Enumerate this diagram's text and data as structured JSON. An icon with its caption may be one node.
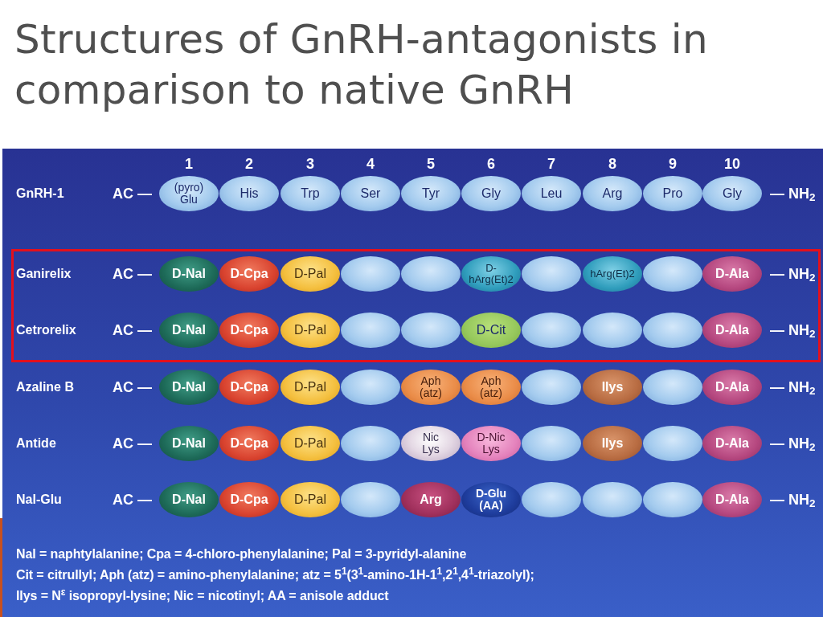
{
  "diagram": {
    "title": "Structures of GnRH-antagonists in comparison to native GnRH",
    "nodes": [
      {
        "text": [
          "(pyro) Glu"
        ]
      },
      {
        "text": [
          "His"
        ]
      },
      {
        "text": [
          "Trp"
        ]
      },
      {
        "text": [
          "Ser"
        ]
      },
      {
        "text": [
          "Tyr"
        ]
      },
      {
        "text": [
          "Gly"
        ]
      },
      {
        "text": [
          "Leu"
        ]
      },
      {
        "text": [
          "Arg"
        ]
      },
      {
        "text": [
          "Pro"
        ]
      },
      {
        "text": [
          "Gly"
        ]
      },
      {
        "text": [],
        "shape": "box"
      },
      {
        "text": [
          "D-Nal"
        ],
        "in": 10
      },
      {
        "text": [
          "D-Cpa"
        ],
        "in": 10
      },
      {
        "text": [
          "D-Pal"
        ],
        "in": 10
      },
      {
        "text": [],
        "shape": "ellipse",
        "in": 10
      },
      {
        "text": [],
        "shape": "ellipse",
        "in": 10
      },
      {
        "text": [
          "D-hArg(Et)2"
        ],
        "in": 10
      },
      {
        "text": [],
        "shape": "ellipse",
        "in": 10
      },
      {
        "text": [
          "hArg(Et)2"
        ],
        "in": 10
      },
      {
        "text": [],
        "shape": "ellipse",
        "in": 10
      },
      {
        "text": [
          "D-Ala"
        ],
        "in": 10
      },
      {
        "text": [
          "D-Nal"
        ],
        "in": 10
      },
      {
        "text": [
          "D-Cpa"
        ],
        "in": 10
      },
      {
        "text": [
          "D-Pal"
        ],
        "in": 10
      },
      {
        "text": [],
        "shape": "ellipse",
        "in": 10
      },
      {
        "text": [],
        "shape": "ellipse",
        "in": 10
      },
      {
        "text": [
          "D-Cit"
        ],
        "in": 10
      },
      {
        "text": [],
        "shape": "ellipse",
        "in": 10
      },
      {
        "text": [],
        "shape": "ellipse",
        "in": 10
      },
      {
        "text": [],
        "shape": "ellipse",
        "in": 10
      },
      {
        "text": [
          "D-Ala"
        ],
        "in": 10
      },
      {
        "text": [
          "D-Nal"
        ]
      },
      {
        "text": [
          "D-Cpa"
        ]
      },
      {
        "text": [
          "D-Pal"
        ]
      },
      {
        "text": [],
        "shape": "ellipse"
      },
      {
        "text": [
          "Aph (atz)"
        ]
      },
      {
        "text": [
          "Aph (atz)"
        ]
      },
      {
        "text": [],
        "shape": "ellipse"
      },
      {
        "text": [
          "Ilys"
        ]
      },
      {
        "text": [],
        "shape": "ellipse"
      },
      {
        "text": [
          "D-Ala"
        ]
      },
      {
        "text": [
          "D-Nal"
        ]
      },
      {
        "text": [
          "D-Cpa"
        ]
      },
      {
        "text": [
          "D-Pal"
        ]
      },
      {
        "text": [],
        "shape": "ellipse"
      },
      {
        "text": [
          "Nic Lys"
        ]
      },
      {
        "text": [
          "D-Nic Lys"
        ]
      },
      {
        "text": [],
        "shape": "ellipse"
      },
      {
        "text": [
          "Ilys"
        ]
      },
      {
        "text": [],
        "shape": "ellipse"
      },
      {
        "text": [
          "D-Ala"
        ]
      },
      {
        "text": [
          "D-Nal"
        ]
      },
      {
        "text": [
          "D-Cpa"
        ]
      },
      {
        "text": [
          "D-Pal"
        ]
      },
      {
        "text": [],
        "shape": "ellipse"
      },
      {
        "text": [
          "Arg"
        ]
      },
      {
        "text": [
          "D-Glu (AA)"
        ]
      },
      {
        "text": [],
        "shape": "ellipse"
      },
      {
        "text": [],
        "shape": "ellipse"
      },
      {
        "text": [],
        "shape": "ellipse"
      },
      {
        "text": [
          "D-Ala"
        ]
      }
    ],
    "labels": [
      "1",
      "2",
      "3",
      "4",
      "5",
      "6",
      "7",
      "8",
      "9",
      "10",
      "GnRH-1",
      "AC —",
      "— NH$_{2}$",
      "Ganirelix",
      "AC —",
      "— NH$_{2}$",
      "Cetrorelix",
      "AC —",
      "— NH$_{2}$",
      "Azaline B",
      "AC —",
      "— NH$_{2}$",
      "Antide",
      "AC —",
      "— NH$_{2}$",
      "Nal-Glu",
      "AC —",
      "— NH$_{2}$",
      "Nal = naphtylalanine; Cpa = 4-chloro-phenylalanine; Pal = 3-pyridyl-alanine",
      "Cit = citrullyl; Aph (atz) = amino-phenylalanine; atz = 5$^{1}$(3$^{1}$-amino-1H-1$^{1}$,2$^{1}$,4$^{1}$-triazolyl);",
      "Ilys = N$^{ε}$ isopropyl-lysine; Nic = nicotinyl; AA = anisole adduct"
    ]
  }
}
